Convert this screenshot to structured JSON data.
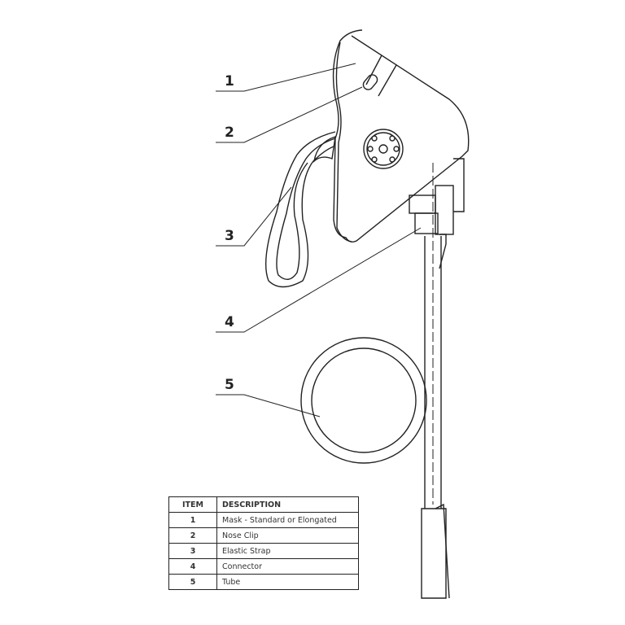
{
  "callouts": [
    "1",
    "2",
    "3",
    "4",
    "5"
  ],
  "table": {
    "headers": [
      "ITEM",
      "DESCRIPTION"
    ],
    "rows": [
      {
        "item": "1",
        "description": "Mask - Standard or Elongated"
      },
      {
        "item": "2",
        "description": "Nose Clip"
      },
      {
        "item": "3",
        "description": "Elastic Strap"
      },
      {
        "item": "4",
        "description": "Connector"
      },
      {
        "item": "5",
        "description": "Tube"
      }
    ]
  }
}
